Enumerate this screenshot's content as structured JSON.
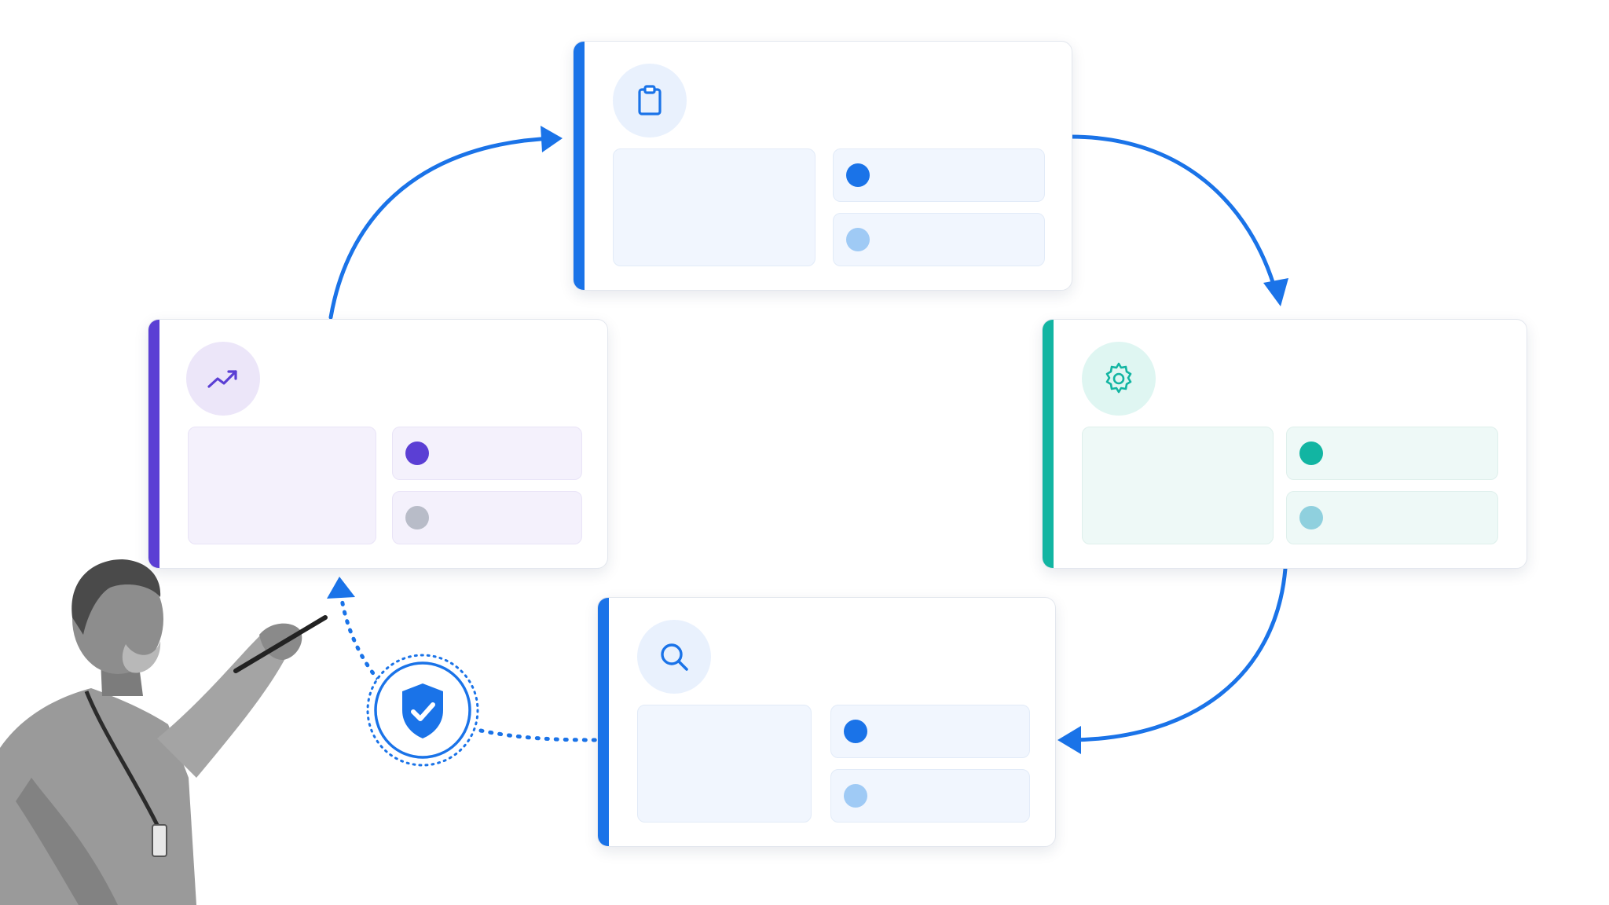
{
  "colors": {
    "blue": "#1a73e8",
    "purple": "#5b3fd4",
    "teal": "#12b5a2",
    "connector": "#1a73e8",
    "canvas": "#ffffff"
  },
  "cards": [
    {
      "id": "plan",
      "icon": "clipboard-icon",
      "accent": "#1a73e8",
      "tint": "#e9f1fd",
      "block": "#f1f6fe",
      "dot_primary": "#1a73e8",
      "dot_secondary": "#9fcaf5"
    },
    {
      "id": "configure",
      "icon": "gear-icon",
      "accent": "#12b5a2",
      "tint": "#dff6f2",
      "block": "#eef9f7",
      "dot_primary": "#12b5a2",
      "dot_secondary": "#8fd0de"
    },
    {
      "id": "review",
      "icon": "search-icon",
      "accent": "#1a73e8",
      "tint": "#e9f1fd",
      "block": "#f1f6fe",
      "dot_primary": "#1a73e8",
      "dot_secondary": "#9fcaf5"
    },
    {
      "id": "analyze",
      "icon": "trend-up-icon",
      "accent": "#5b3fd4",
      "tint": "#ece6f9",
      "block": "#f4f1fc",
      "dot_primary": "#5b3fd4",
      "dot_secondary": "#b8bcc8"
    }
  ],
  "security_node": {
    "icon": "shield-check-icon",
    "color": "#1a73e8"
  },
  "presenter": {
    "icon": "presenter-with-pen-image"
  }
}
